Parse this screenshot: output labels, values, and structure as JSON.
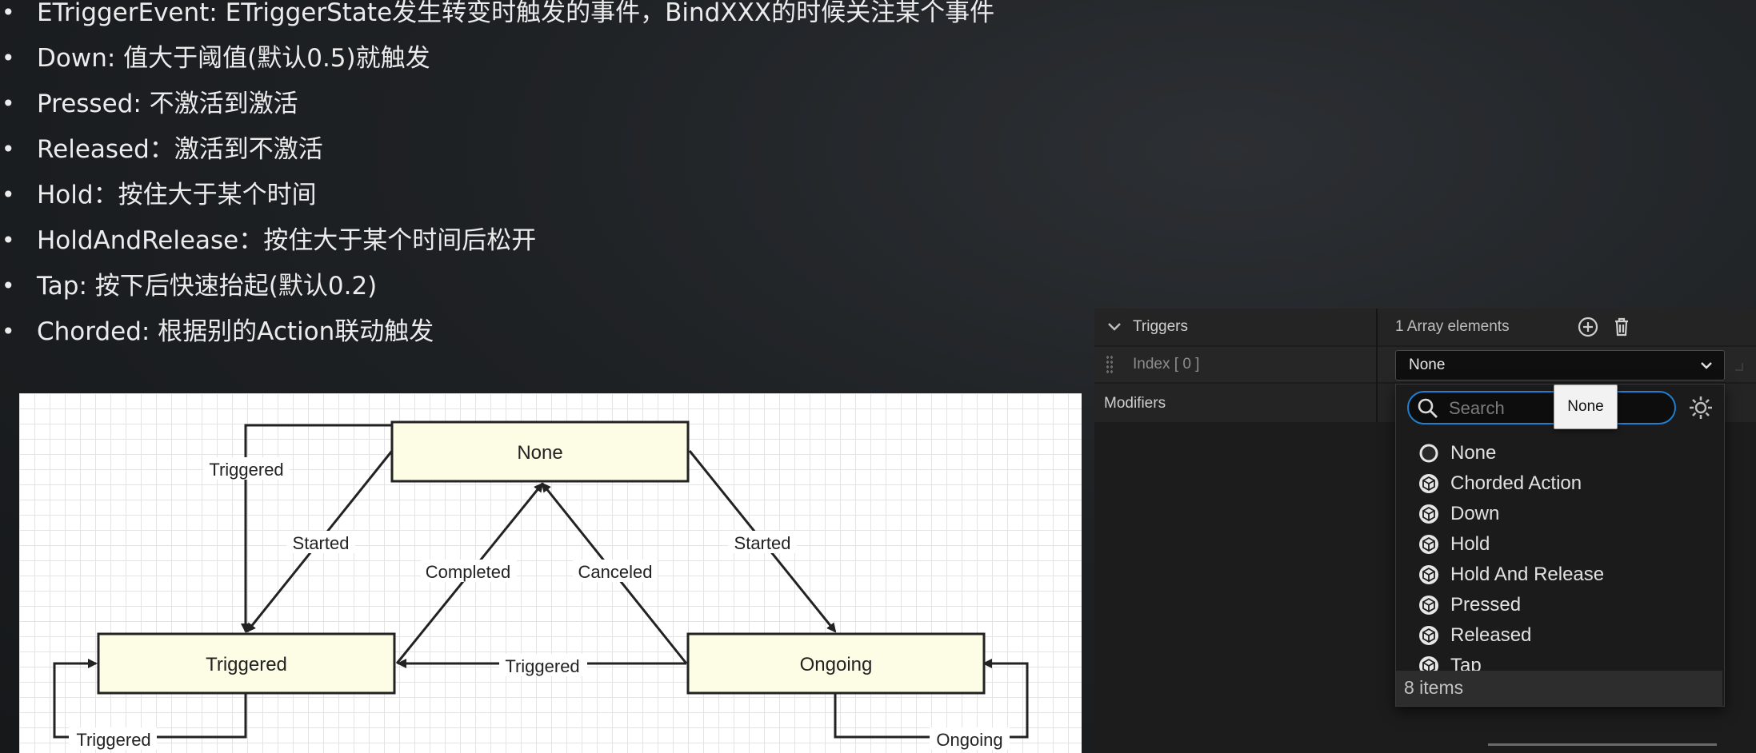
{
  "bullets": [
    {
      "text": "ETriggerEvent: ETriggerState发生转变时触发的事件，BindXXX的时候关注某个事件"
    },
    {
      "text": "Down: 值大于阈值(默认0.5)就触发"
    },
    {
      "text": "Pressed: 不激活到激活"
    },
    {
      "text": "Released：激活到不激活"
    },
    {
      "text": "Hold：按住大于某个时间"
    },
    {
      "text": "HoldAndRelease：按住大于某个时间后松开"
    },
    {
      "text": "Tap: 按下后快速抬起(默认0.2)"
    },
    {
      "text": "Chorded: 根据别的Action联动触发"
    }
  ],
  "diagram": {
    "states": {
      "none": "None",
      "triggered": "Triggered",
      "ongoing": "Ongoing"
    },
    "edges": {
      "none_self_triggered": "Triggered",
      "none_to_triggered_started": "Started",
      "triggered_to_none_completed": "Completed",
      "ongoing_to_none_canceled": "Canceled",
      "none_to_ongoing_started": "Started",
      "ongoing_to_triggered": "Triggered",
      "triggered_self": "Triggered",
      "ongoing_self": "Ongoing"
    }
  },
  "panel": {
    "triggers_label": "Triggers",
    "array_elements": "1 Array elements",
    "index_label": "Index [ 0 ]",
    "combo_value": "None",
    "modifiers_label": "Modifiers",
    "search_placeholder": "Search",
    "tooltip": "None",
    "options": [
      {
        "label": "None",
        "icon": "circle-icon"
      },
      {
        "label": "Chorded Action",
        "icon": "cube-icon"
      },
      {
        "label": "Down",
        "icon": "cube-icon"
      },
      {
        "label": "Hold",
        "icon": "cube-icon"
      },
      {
        "label": "Hold And Release",
        "icon": "cube-icon"
      },
      {
        "label": "Pressed",
        "icon": "cube-icon"
      },
      {
        "label": "Released",
        "icon": "cube-icon"
      },
      {
        "label": "Tap",
        "icon": "cube-icon"
      }
    ],
    "item_count": "8 items",
    "colors": {
      "accent": "#1f7fd0",
      "panel": "#1c1c1c",
      "diagram_box": "#fdfde6"
    }
  }
}
